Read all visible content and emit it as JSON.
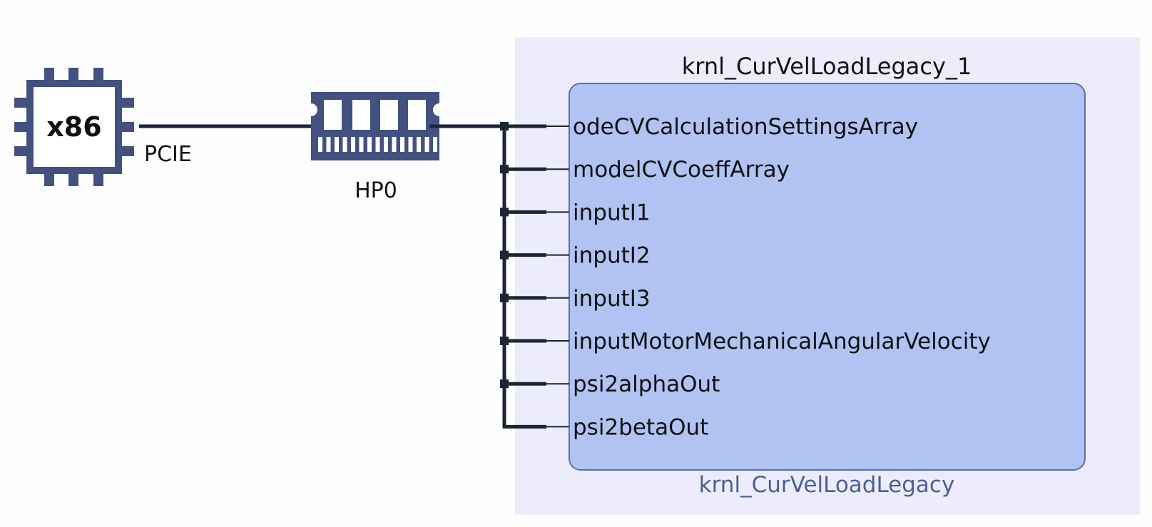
{
  "host": {
    "chip_label": "x86",
    "icon": "cpu-chip-icon",
    "link_label": "PCIE"
  },
  "memory": {
    "icon": "memory-module-icon",
    "label": "HP0"
  },
  "kernel": {
    "instance_name": "krnl_CurVelLoadLegacy_1",
    "type_name": "krnl_CurVelLoadLegacy",
    "ports": [
      "odeCVCalculationSettingsArray",
      "modelCVCoeffArray",
      "inputI1",
      "inputI2",
      "inputI3",
      "inputMotorMechanicalAngularVelocity",
      "psi2alphaOut",
      "psi2betaOut"
    ]
  },
  "colors": {
    "icon": "#425180",
    "wire": "#1c2535",
    "region_bg": "#ececfb",
    "block_fill": "#b0c3f3",
    "block_stroke": "#5c6fac",
    "type_label": "#4d5f9a"
  }
}
